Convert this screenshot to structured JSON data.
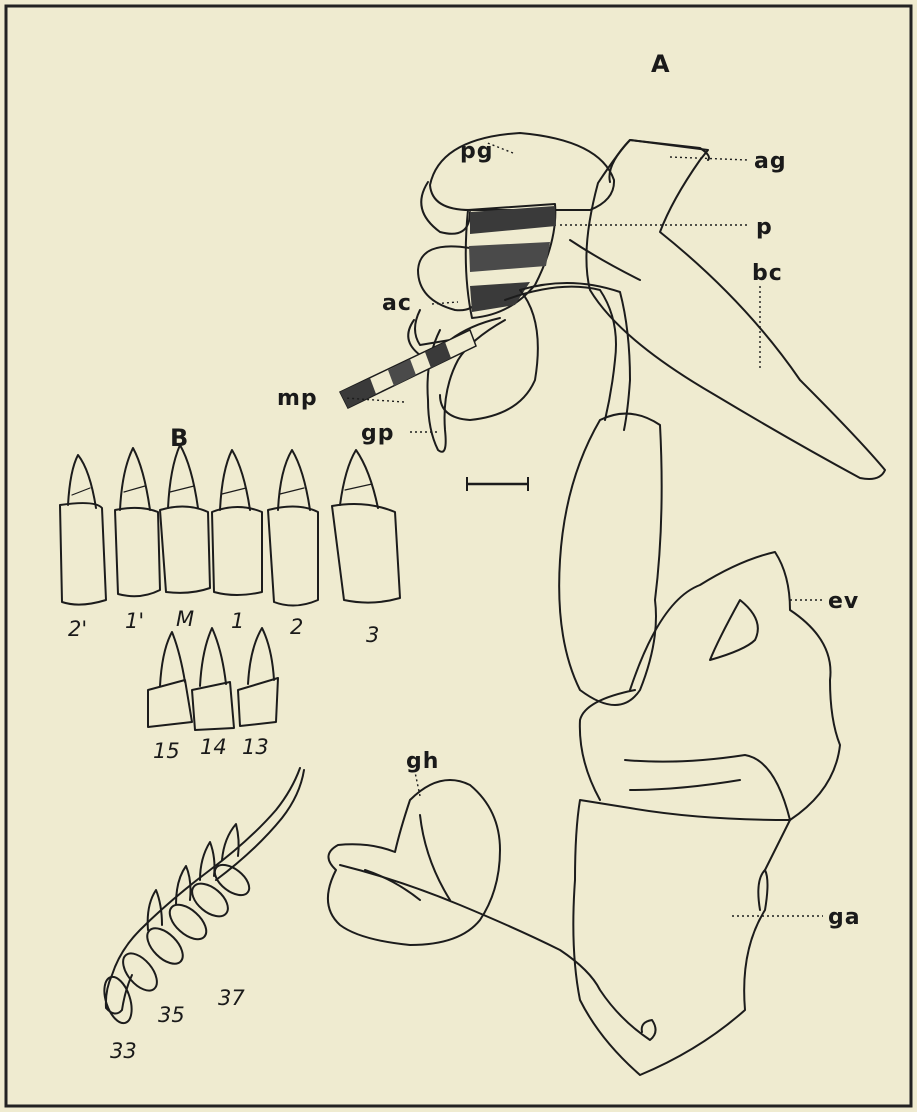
{
  "panels": {
    "a": "A",
    "b": "B"
  },
  "labels": {
    "pg": "pg",
    "ag": "ag",
    "p": "p",
    "bc": "bc",
    "ac": "ac",
    "mp": "mp",
    "gp": "gp",
    "ev": "ev",
    "gh": "gh",
    "ga": "ga"
  },
  "tooth_labels": {
    "row1": [
      "2'",
      "1'",
      "M",
      "1",
      "2",
      "3"
    ],
    "row2": [
      "15",
      "14",
      "13"
    ],
    "row3": [
      "33",
      "35",
      "37"
    ]
  },
  "colors": {
    "background": "#efebd0",
    "ink": "#1c1c1c"
  }
}
